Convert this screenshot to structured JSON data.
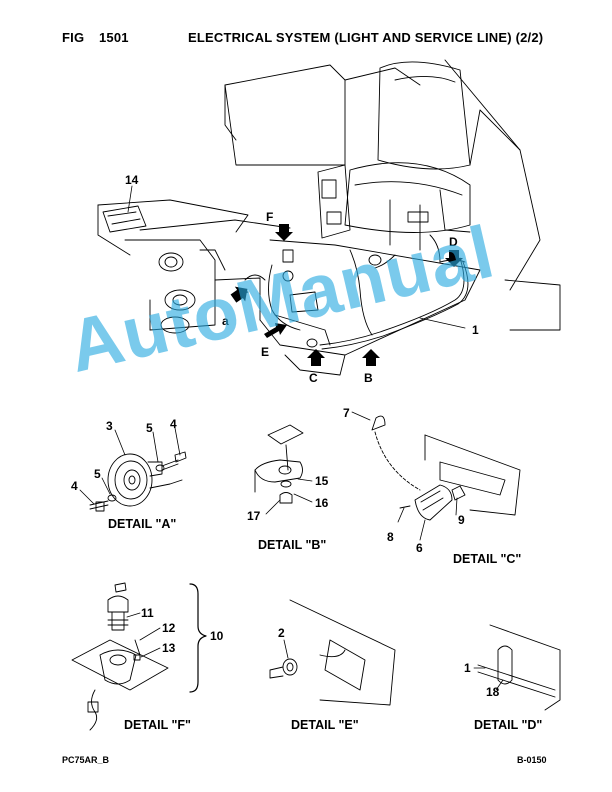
{
  "header": {
    "fig_label": "FIG",
    "fig_number": "1501",
    "title": "ELECTRICAL SYSTEM (LIGHT AND SERVICE LINE) (2/2)"
  },
  "callouts": {
    "p1": "1",
    "p2": "2",
    "p3": "3",
    "p4a": "4",
    "p4b": "4",
    "p5a": "5",
    "p5b": "5",
    "p6": "6",
    "p7": "7",
    "p8": "8",
    "p9": "9",
    "p10": "10",
    "p11": "11",
    "p12": "12",
    "p13": "13",
    "p14": "14",
    "p15": "15",
    "p16": "16",
    "p17": "17",
    "p18": "18",
    "p1d": "1"
  },
  "view_letters": {
    "a": "a",
    "B": "B",
    "C": "C",
    "D": "D",
    "E": "E",
    "F": "F"
  },
  "details": {
    "a": "DETAIL \"A\"",
    "b": "DETAIL \"B\"",
    "c": "DETAIL \"C\"",
    "d": "DETAIL \"D\"",
    "e": "DETAIL \"E\"",
    "f": "DETAIL \"F\""
  },
  "footer": {
    "left": "PC75AR_B",
    "right": "B-0150"
  },
  "watermark": {
    "text": "AutoManual",
    "color": "#28aae1"
  }
}
